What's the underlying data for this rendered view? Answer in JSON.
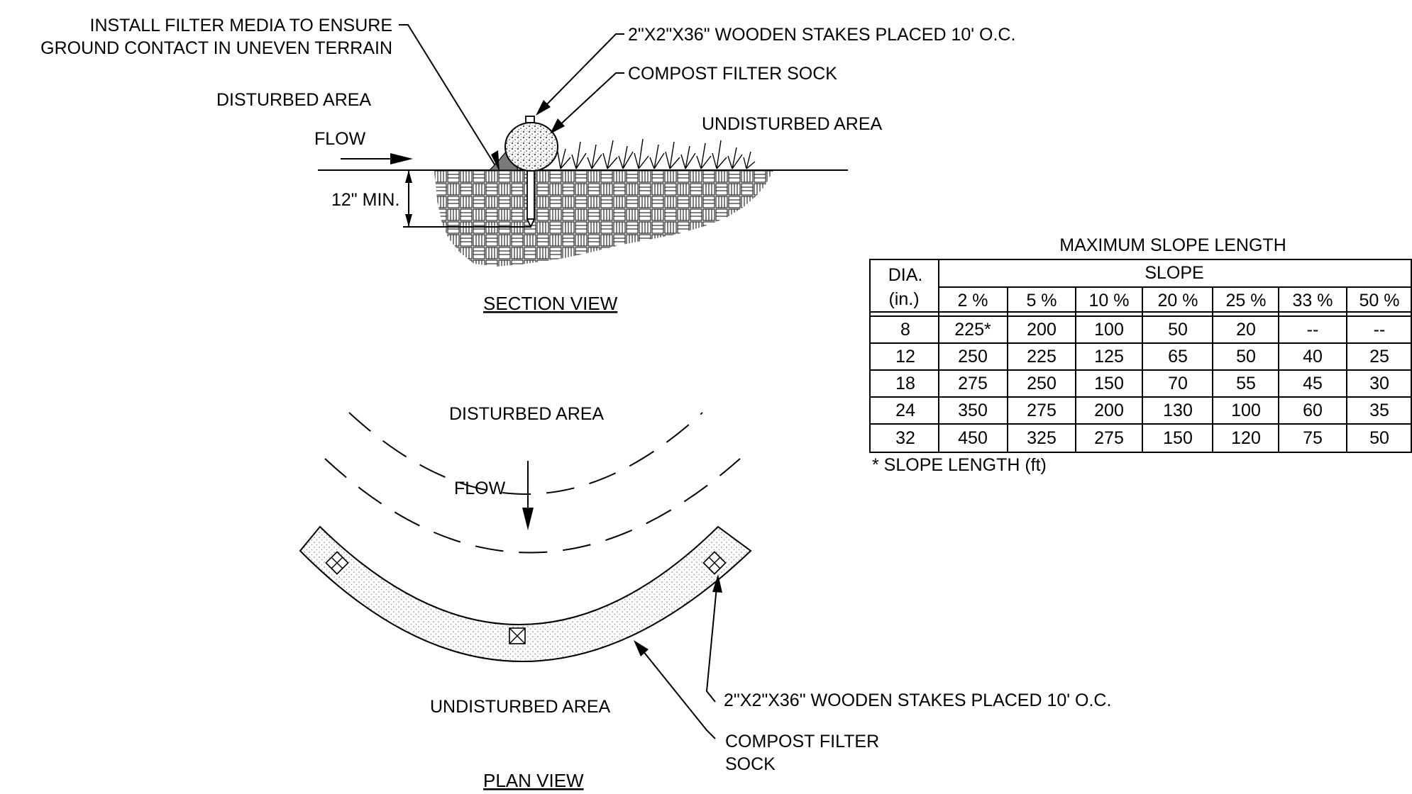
{
  "section_view": {
    "title": "SECTION VIEW",
    "note_filter_media_line1": "INSTALL FILTER MEDIA TO ENSURE",
    "note_filter_media_line2": "GROUND CONTACT IN UNEVEN TERRAIN",
    "note_stakes": "2\"X2\"X36\" WOODEN STAKES PLACED 10' O.C.",
    "note_sock": "COMPOST FILTER SOCK",
    "disturbed_label": "DISTURBED AREA",
    "undisturbed_label": "UNDISTURBED AREA",
    "flow_label": "FLOW",
    "depth_label": "12\" MIN."
  },
  "plan_view": {
    "title": "PLAN VIEW",
    "disturbed_label": "DISTURBED AREA",
    "undisturbed_label": "UNDISTURBED AREA",
    "flow_label": "FLOW",
    "note_stakes": "2\"X2\"X36\" WOODEN STAKES PLACED 10' O.C.",
    "note_sock_line1": "COMPOST FILTER",
    "note_sock_line2": "SOCK"
  },
  "table": {
    "title": "MAXIMUM SLOPE LENGTH",
    "dia_header_line1": "DIA.",
    "dia_header_line2": "(in.)",
    "slope_header": "SLOPE",
    "slope_columns": [
      "2 %",
      "5 %",
      "10 %",
      "20 %",
      "25 %",
      "33 %",
      "50 %"
    ],
    "rows": [
      {
        "dia": "8",
        "values": [
          "225*",
          "200",
          "100",
          "50",
          "20",
          "--",
          "--"
        ]
      },
      {
        "dia": "12",
        "values": [
          "250",
          "225",
          "125",
          "65",
          "50",
          "40",
          "25"
        ]
      },
      {
        "dia": "18",
        "values": [
          "275",
          "250",
          "150",
          "70",
          "55",
          "45",
          "30"
        ]
      },
      {
        "dia": "24",
        "values": [
          "350",
          "275",
          "200",
          "130",
          "100",
          "60",
          "35"
        ]
      },
      {
        "dia": "32",
        "values": [
          "450",
          "325",
          "275",
          "150",
          "120",
          "75",
          "50"
        ]
      }
    ],
    "footnote": "* SLOPE LENGTH (ft)"
  }
}
